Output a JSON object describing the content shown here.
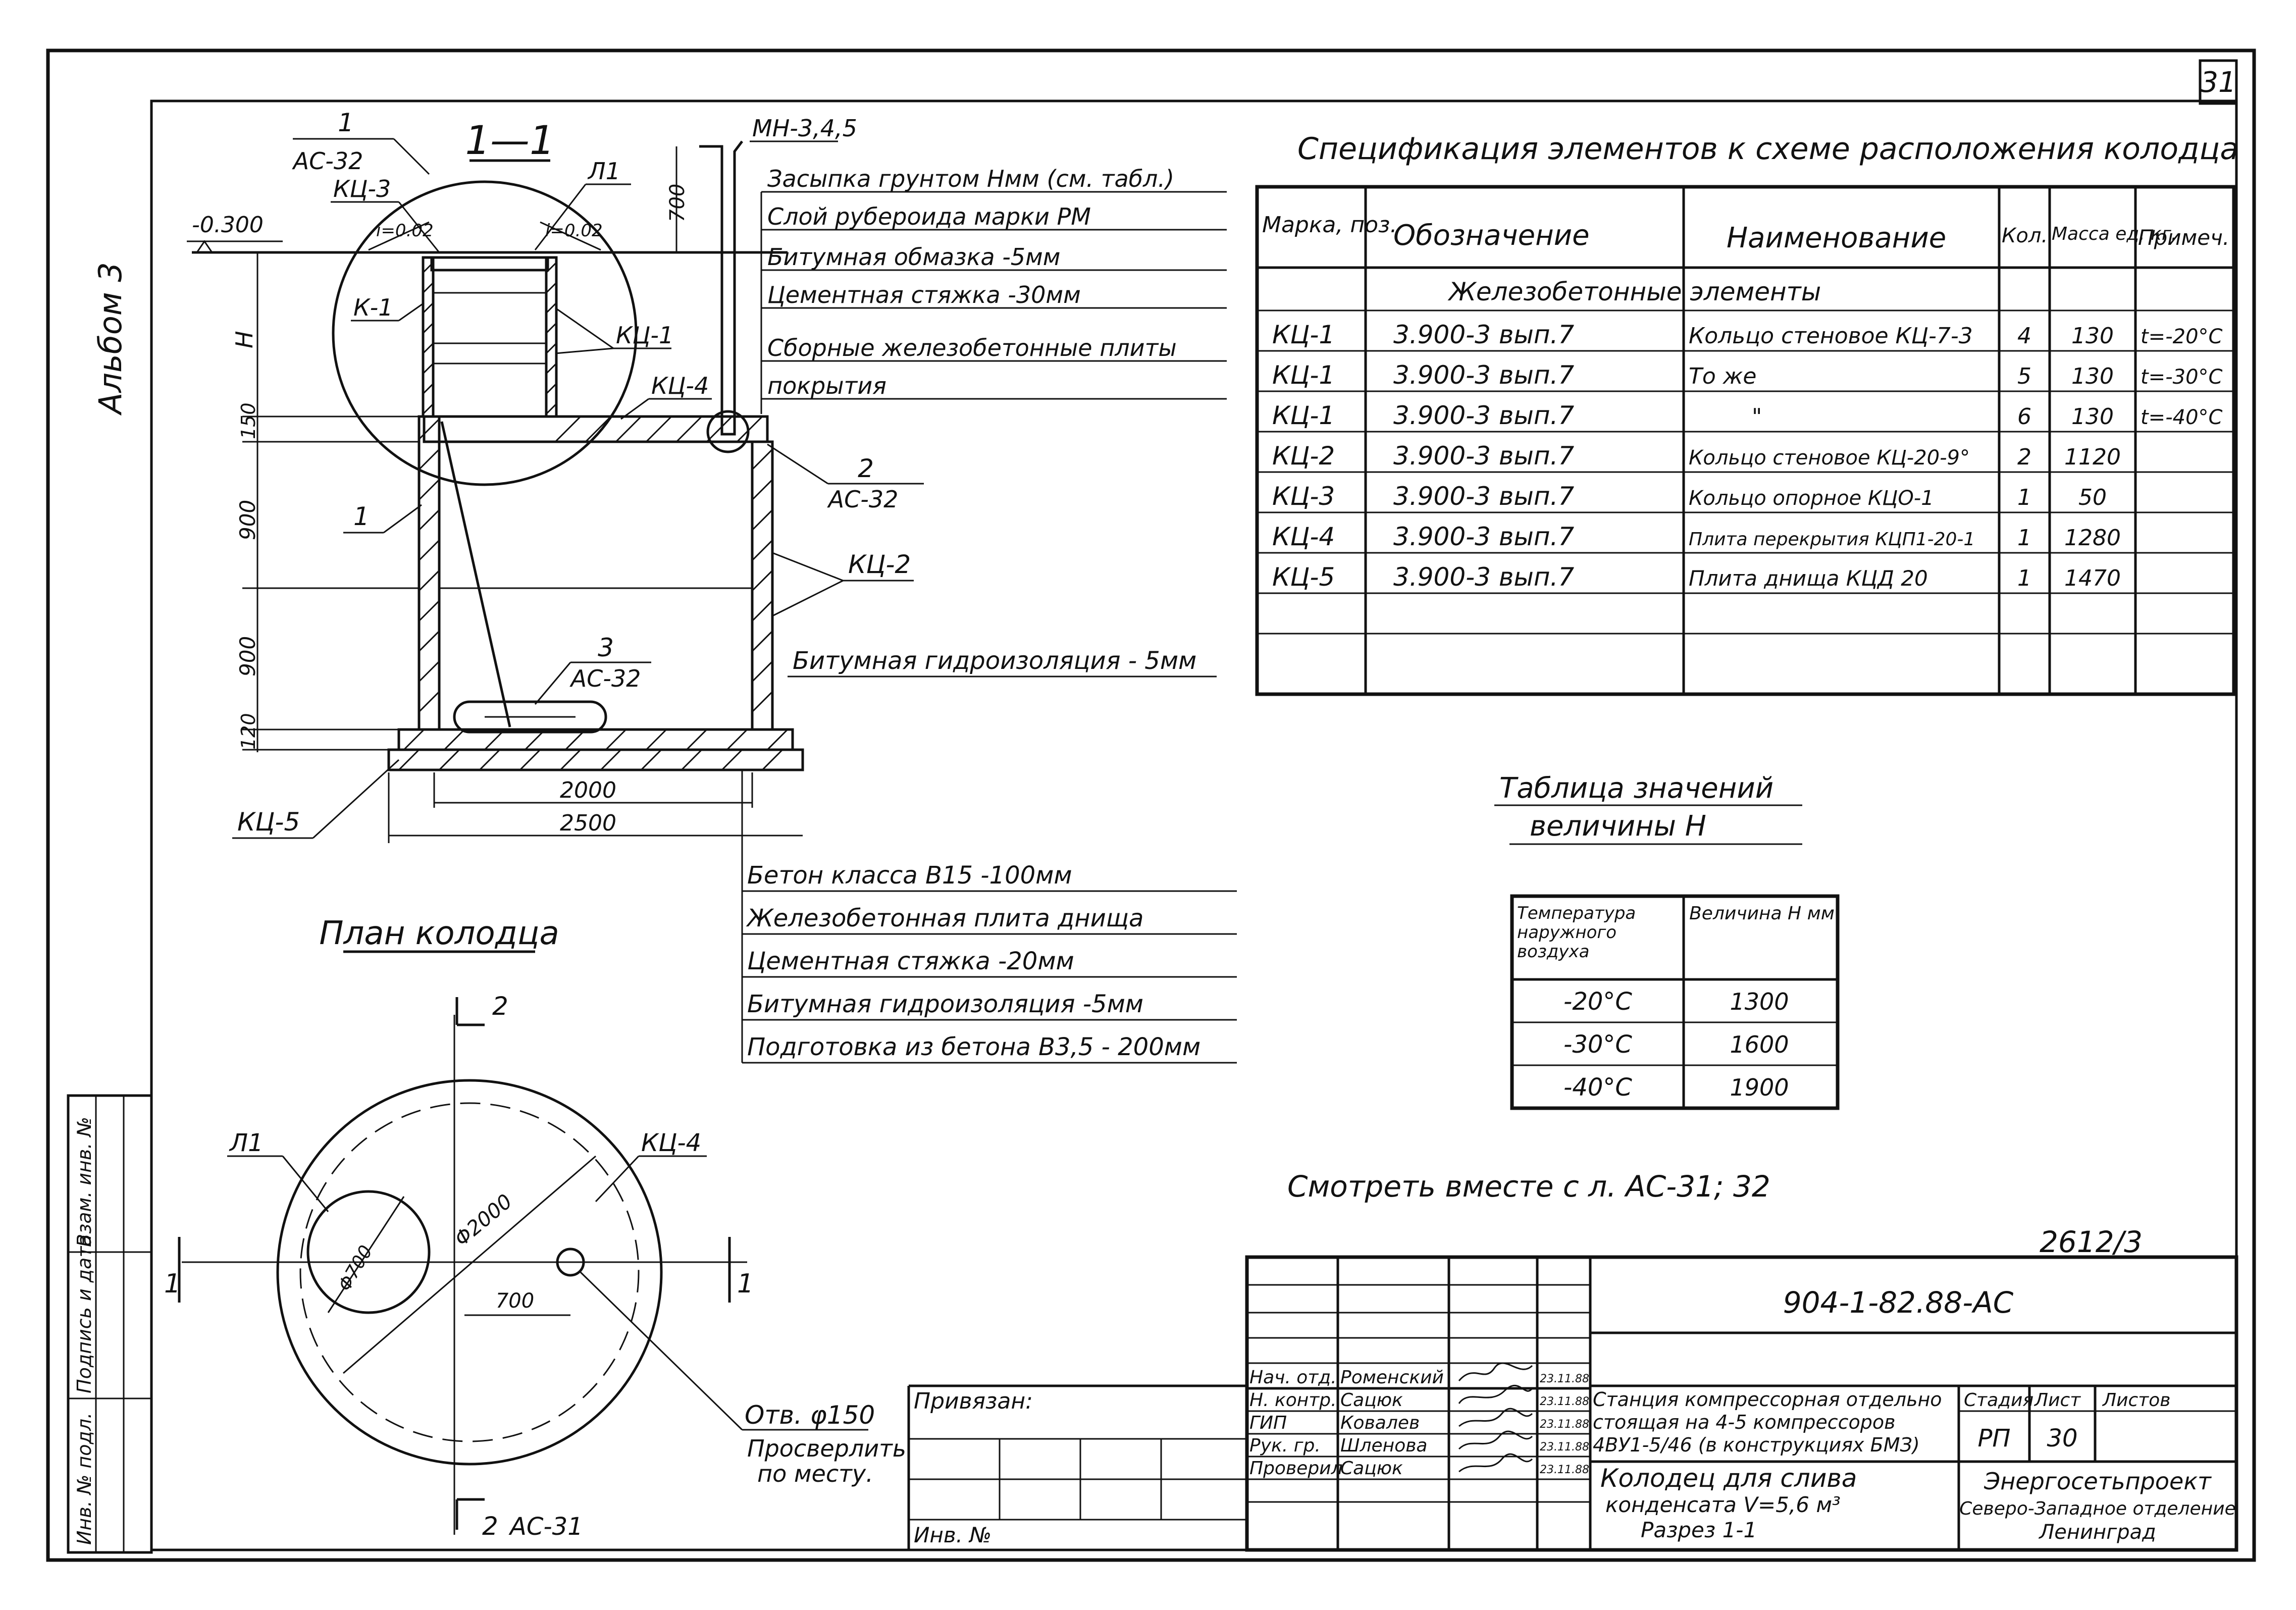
{
  "sheet": {
    "number": "31",
    "album": "Альбом 3",
    "code_top": "2612/3"
  },
  "section": {
    "title": "1—1",
    "callout_top": {
      "num": "1",
      "sheet": "АС-32"
    },
    "callout_right": {
      "num": "2",
      "sheet": "АС-32"
    },
    "callout_bottom": {
      "num": "3",
      "sheet": "АС-32"
    },
    "pipe_label": "МН-3,4,5",
    "label_l1": "Л1",
    "label_kts3": "КЦ-3",
    "label_k1": "К-1",
    "label_kts1": "КЦ-1",
    "label_kts4": "КЦ-4",
    "label_kts2": "КЦ-2",
    "label_kts5": "КЦ-5",
    "label_1": "1",
    "slope_left": "i=0.02",
    "slope_right": "i=0.02",
    "level": "-0.300",
    "dims": {
      "h700": "700",
      "H": "H",
      "d150": "150",
      "d900a": "900",
      "d900b": "900",
      "d120": "120",
      "w2000": "2000",
      "w2500": "2500"
    },
    "top_layers": [
      "Засыпка грунтом Hмм (см. табл.)",
      "Слой рубероида марки РМ",
      "Битумная обмазка -5мм",
      "Цементная стяжка -30мм",
      "Сборные железобетонные плиты",
      "покрытия"
    ],
    "wall_note": "Битумная гидроизоляция - 5мм",
    "bottom_layers": [
      "Бетон класса В15 -100мм",
      "Железобетонная плита днища",
      "Цементная стяжка -20мм",
      "Битумная гидроизоляция -5мм",
      "Подготовка из бетона В3,5 - 200мм"
    ]
  },
  "plan": {
    "title": "План колодца",
    "label_l1": "Л1",
    "label_kts4": "КЦ-4",
    "dia_outer": "Φ2000",
    "dia_inner": "Φ700",
    "offset": "700",
    "cut_top": "2",
    "cut_bottom": "2",
    "cut_bottom_ref": "АС-31",
    "cut_left": "1",
    "cut_right": "1",
    "hole_title": "Отв. φ150",
    "hole_note_1": "Просверлить",
    "hole_note_2": "по месту."
  },
  "spec": {
    "title": "Спецификация элементов к схеме расположения колодца",
    "headers": [
      "Марка, поз.",
      "Обозначение",
      "Наименование",
      "Кол.",
      "Масса ед. кг.",
      "Примеч."
    ],
    "group": "Железобетонные элементы",
    "rows": [
      [
        "КЦ-1",
        "3.900-3 вып.7",
        "Кольцо стеновое КЦ-7-3",
        "4",
        "130",
        "t=-20°C"
      ],
      [
        "КЦ-1",
        "3.900-3 вып.7",
        "То же",
        "5",
        "130",
        "t=-30°C"
      ],
      [
        "КЦ-1",
        "3.900-3 вып.7",
        "\"",
        "6",
        "130",
        "t=-40°C"
      ],
      [
        "КЦ-2",
        "3.900-3 вып.7",
        "Кольцо стеновое КЦ-20-9°",
        "2",
        "1120",
        ""
      ],
      [
        "КЦ-3",
        "3.900-3 вып.7",
        "Кольцо опорное КЦО-1",
        "1",
        "50",
        ""
      ],
      [
        "КЦ-4",
        "3.900-3 вып.7",
        "Плита перекрытия КЦП1-20-1",
        "1",
        "1280",
        ""
      ],
      [
        "КЦ-5",
        "3.900-3 вып.7",
        "Плита днища КЦД 20",
        "1",
        "1470",
        ""
      ]
    ]
  },
  "htable": {
    "title_1": "Таблица значений",
    "title_2": "величины H",
    "head_1": "Температура наружного воздуха",
    "head_2": "Величина H мм",
    "rows": [
      [
        "-20°C",
        "1300"
      ],
      [
        "-30°C",
        "1600"
      ],
      [
        "-40°C",
        "1900"
      ]
    ]
  },
  "see_also": "Смотреть вместе с л. АС-31; 32",
  "left_strip": [
    "Инв. № подл.",
    "Подпись и дата",
    "Взам. инв. №"
  ],
  "titleblock": {
    "doc_code": "904-1-82.88-АС",
    "privyazan": "Привязан:",
    "inv": "Инв. №",
    "roles": [
      "Нач. отд.",
      "Н. контр.",
      "ГИП",
      "Рук. гр.",
      "Проверил"
    ],
    "names": [
      "Роменский",
      "Сацюк",
      "Ковалев",
      "Шленова",
      "Сацюк"
    ],
    "dates": [
      "23.11.88",
      "23.11.88",
      "23.11.88",
      "23.11.88",
      "23.11.88"
    ],
    "station": [
      "Станция компрессорная отдельно",
      "стоящая на 4-5 компрессоров",
      "4ВУ1-5/46 (в конструкциях БМЗ)"
    ],
    "object": [
      "Колодец для слива",
      "конденсата V=5,6 м³",
      "Разрез 1-1"
    ],
    "stage_h": "Стадия",
    "sheet_h": "Лист",
    "sheets_h": "Листов",
    "stage": "РП",
    "sheet_no": "30",
    "org": [
      "Энергосетьпроект",
      "Северо-Западное отделение",
      "Ленинград"
    ]
  }
}
